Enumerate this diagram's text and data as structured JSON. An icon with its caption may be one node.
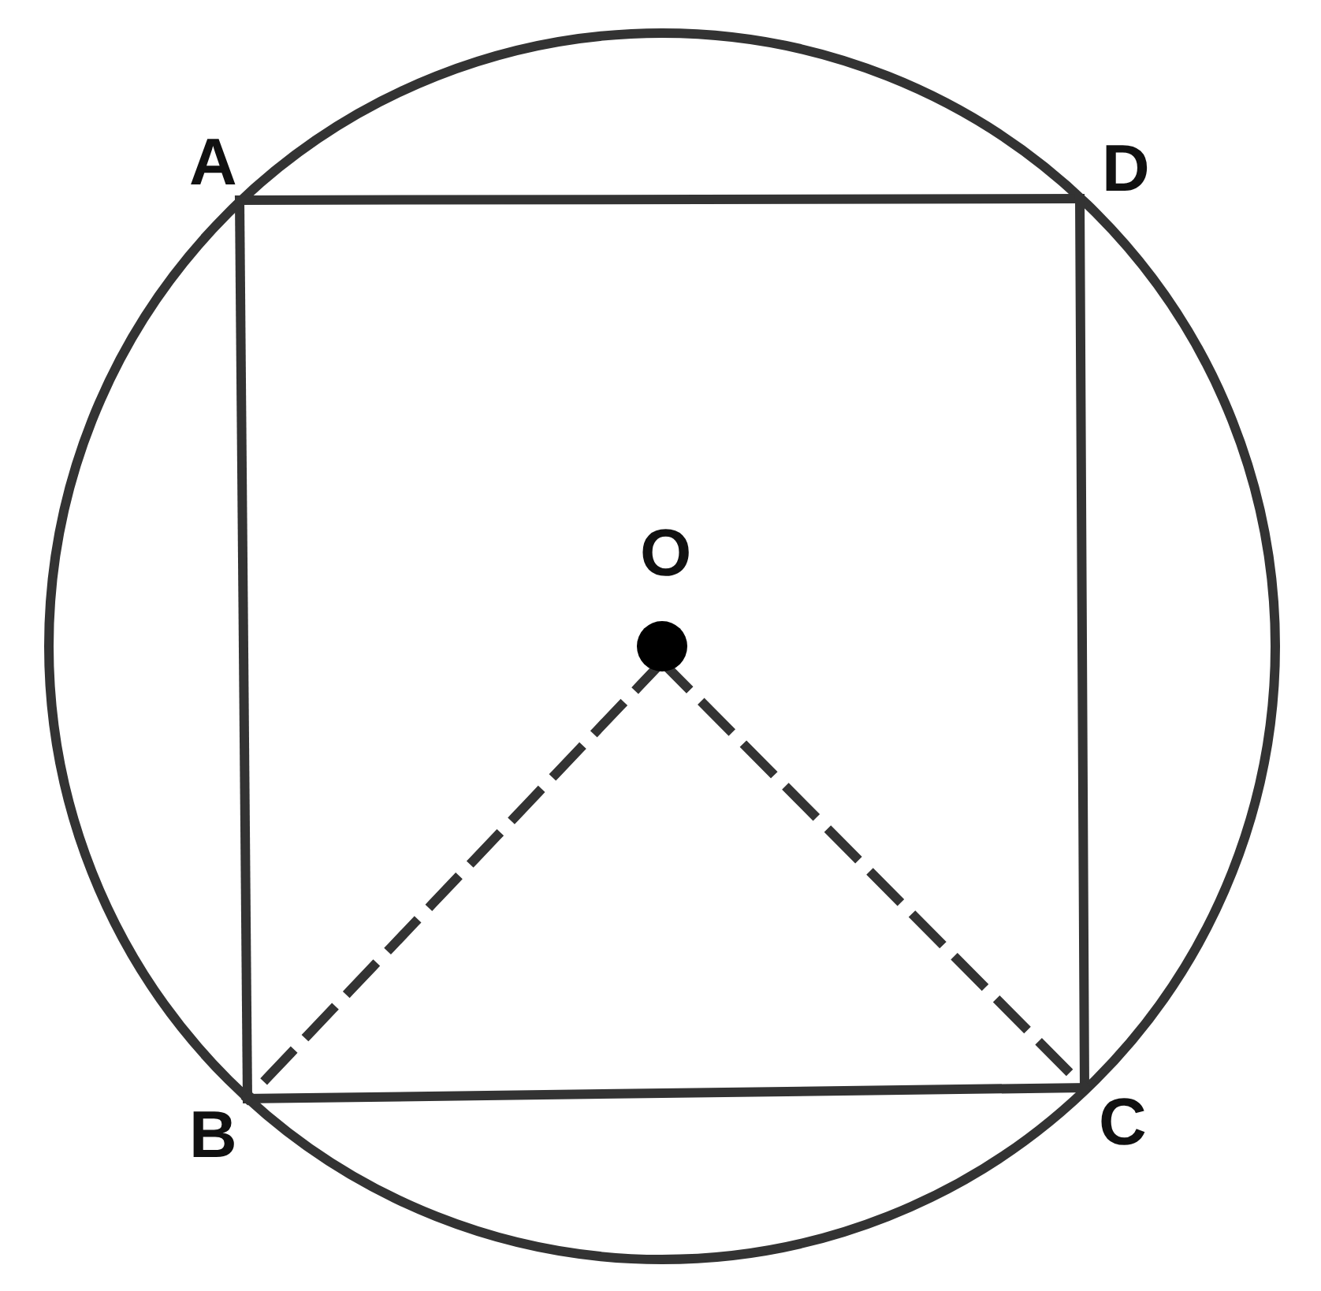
{
  "diagram": {
    "nodes": [
      {
        "text": [
          "A"
        ]
      },
      {
        "text": [
          "D"
        ]
      },
      {
        "text": [
          "O"
        ]
      },
      {
        "text": [
          "B"
        ]
      },
      {
        "text": [
          "C"
        ]
      }
    ],
    "edges": [
      {
        "from": 0,
        "to": 1,
        "arrow": "none"
      },
      {
        "from": 1,
        "to": 4,
        "arrow": "none"
      },
      {
        "from": 4,
        "to": 3,
        "arrow": "none"
      },
      {
        "from": 3,
        "to": 0,
        "arrow": "none"
      },
      {
        "from": 2,
        "to": 3,
        "arrow": "none",
        "style": "dashed"
      },
      {
        "from": 2,
        "to": 4,
        "arrow": "none",
        "style": "dashed"
      }
    ]
  }
}
